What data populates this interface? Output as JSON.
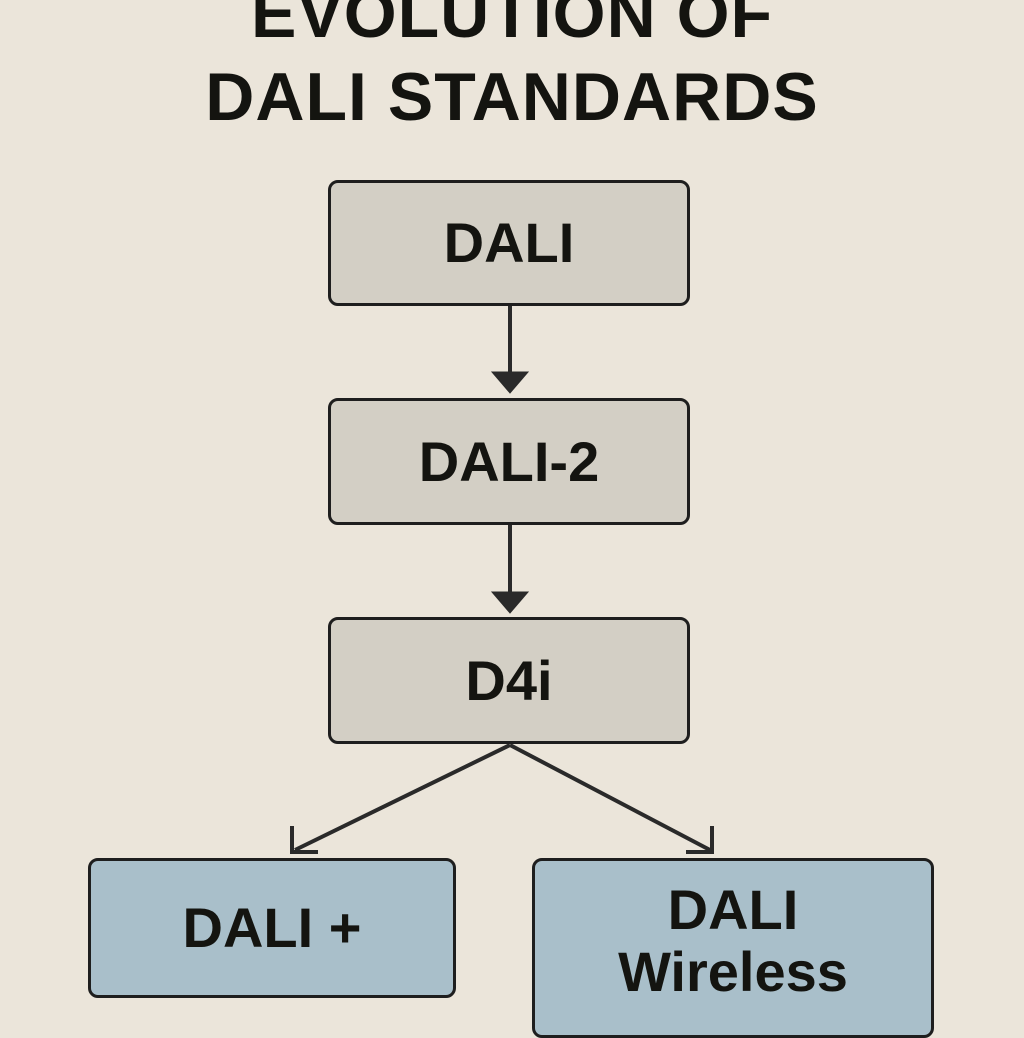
{
  "title": {
    "line1": "EVOLUTION OF",
    "line2": "DALI STANDARDS"
  },
  "nodes": {
    "dali": "DALI",
    "dali2": "DALI-2",
    "d4i": "D4i",
    "dali_plus": "DALI +",
    "dali_wireless_line1": "DALI",
    "dali_wireless_line2": "Wireless"
  },
  "colors": {
    "background": "#ebe5da",
    "core_box": "#d3cfc5",
    "branch_box": "#a9bfca",
    "stroke": "#1e1e1e"
  }
}
